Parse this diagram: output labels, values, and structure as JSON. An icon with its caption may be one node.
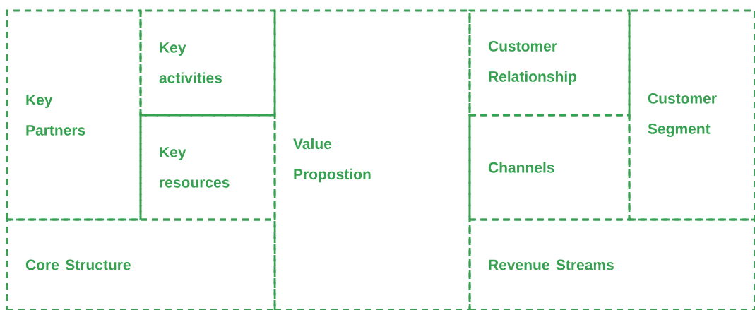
{
  "diagram": {
    "nodes": [
      {
        "text": [
          "Key Partners"
        ]
      },
      {
        "text": [
          "Key activities"
        ]
      },
      {
        "text": [
          "Key resources"
        ]
      },
      {
        "text": [
          "Value Propostion"
        ]
      },
      {
        "text": [
          "Customer Relationship"
        ]
      },
      {
        "text": [
          "Channels"
        ]
      },
      {
        "text": [
          "Customer Segment"
        ]
      },
      {
        "text": [
          "Core Structure"
        ]
      },
      {
        "text": [
          "Revenue Streams"
        ]
      }
    ]
  }
}
